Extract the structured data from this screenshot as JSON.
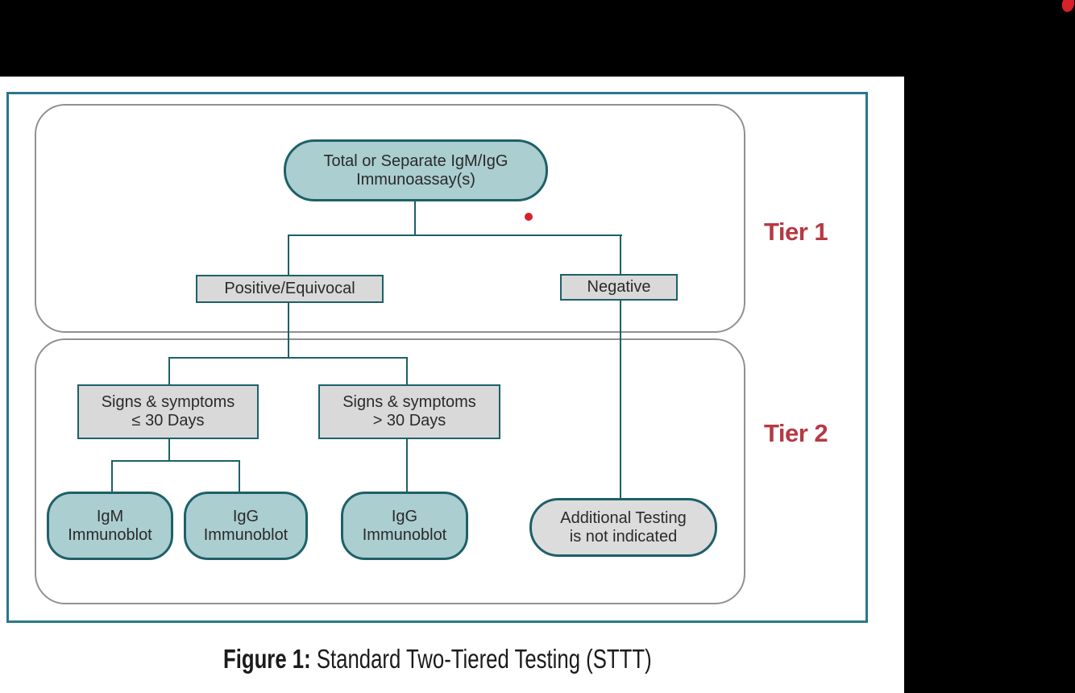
{
  "figure": {
    "caption": {
      "prefix": "Figure 1:",
      "text": " Standard Two-Tiered Testing (STTT)"
    },
    "tier_labels": [
      {
        "label": "Tier 1"
      },
      {
        "label": "Tier 2"
      }
    ]
  },
  "flowchart": {
    "type": "flowchart",
    "immunoassay": {
      "line1": "Total or Separate IgM/IgG",
      "line2": "Immunoassay(s)"
    },
    "positive": {
      "label": "Positive/Equivocal"
    },
    "negative": {
      "label": "Negative"
    },
    "signs_le_30": {
      "line1": "Signs & symptoms",
      "line2": "≤ 30 Days"
    },
    "signs_gt_30": {
      "line1": "Signs & symptoms",
      "line2": "> 30 Days"
    },
    "igm_blot": {
      "line1": "IgM",
      "line2": "Immunoblot"
    },
    "igg_blot_early": {
      "line1": "IgG",
      "line2": "Immunoblot"
    },
    "igg_blot_late": {
      "line1": "IgG",
      "line2": "Immunoblot"
    },
    "additional_testing": {
      "line1": "Additional Testing",
      "line2": "is not indicated"
    }
  },
  "colors": {
    "teal_border": "#27798a",
    "node_border": "#1e6069",
    "teal_fill": "#abced0",
    "gray_fill": "#d9d9d9",
    "gray_pill_fill": "#dcdcdc",
    "container_border": "#919191",
    "tier_label": "#b63943",
    "red_dot": "#d7212b"
  }
}
